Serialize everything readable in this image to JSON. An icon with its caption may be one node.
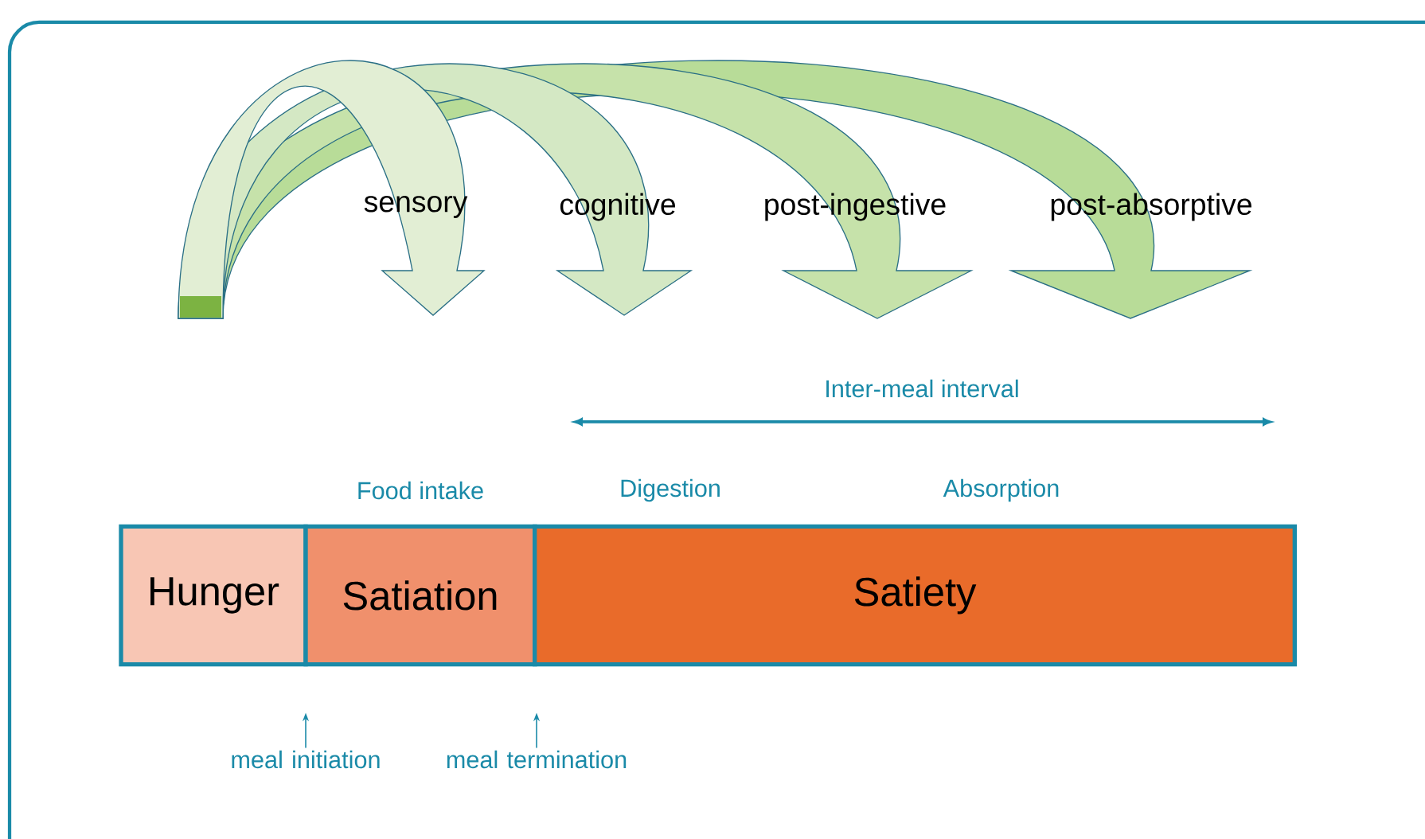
{
  "diagram": {
    "nodes": [
      {
        "text": [
          "Hunger"
        ]
      },
      {
        "text": [
          "Satiation"
        ]
      },
      {
        "text": [
          "Satiety"
        ]
      },
      {
        "text": [
          "meal initiation"
        ]
      },
      {
        "text": [
          "meal termination"
        ]
      }
    ],
    "edges": [
      {
        "from": 3,
        "to": null,
        "arrow": "to"
      },
      {
        "from": 4,
        "to": null,
        "arrow": "to"
      }
    ],
    "labels": [
      "sensory",
      "cognitive",
      "post-ingestive",
      "post-absorptive",
      "Inter-meal interval",
      "Food intake",
      "Digestion",
      "Absorption"
    ]
  }
}
